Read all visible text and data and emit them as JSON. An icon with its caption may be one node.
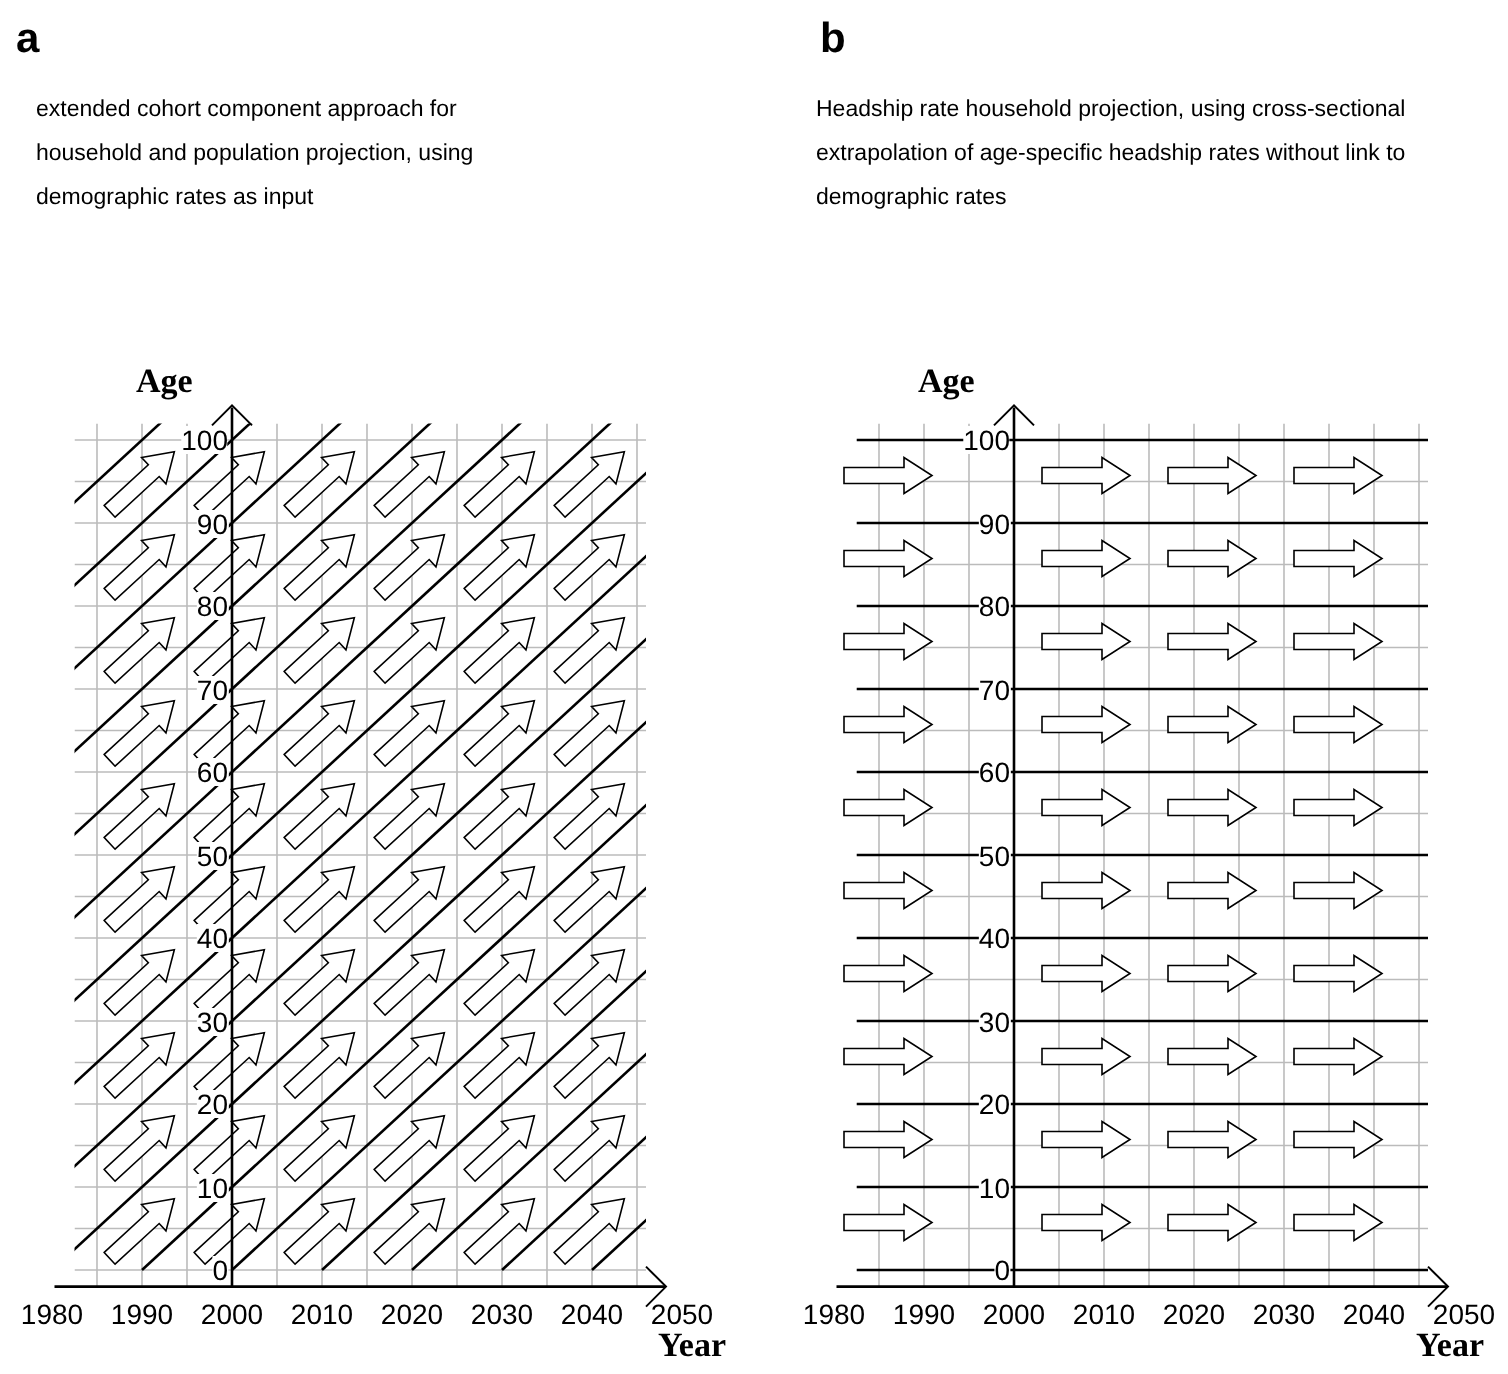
{
  "diagram": {
    "labels": [
      "a",
      "extended cohort component approach for household and population projection, using demographic rates as input",
      "b",
      "Headship rate household projection, using cross-sectional extrapolation of age-specific headship rates without link to demographic rates",
      "Age",
      "100",
      "90",
      "80",
      "70",
      "60",
      "50",
      "40",
      "30",
      "20",
      "10",
      "0",
      "1980",
      "1990",
      "2000",
      "2010",
      "2020",
      "2030",
      "2040",
      "2050",
      "Year",
      "Age",
      "100",
      "90",
      "80",
      "70",
      "60",
      "50",
      "40",
      "30",
      "20",
      "10",
      "0",
      "1980",
      "1990",
      "2000",
      "2010",
      "2020",
      "2030",
      "2040",
      "2050",
      "Year"
    ]
  }
}
